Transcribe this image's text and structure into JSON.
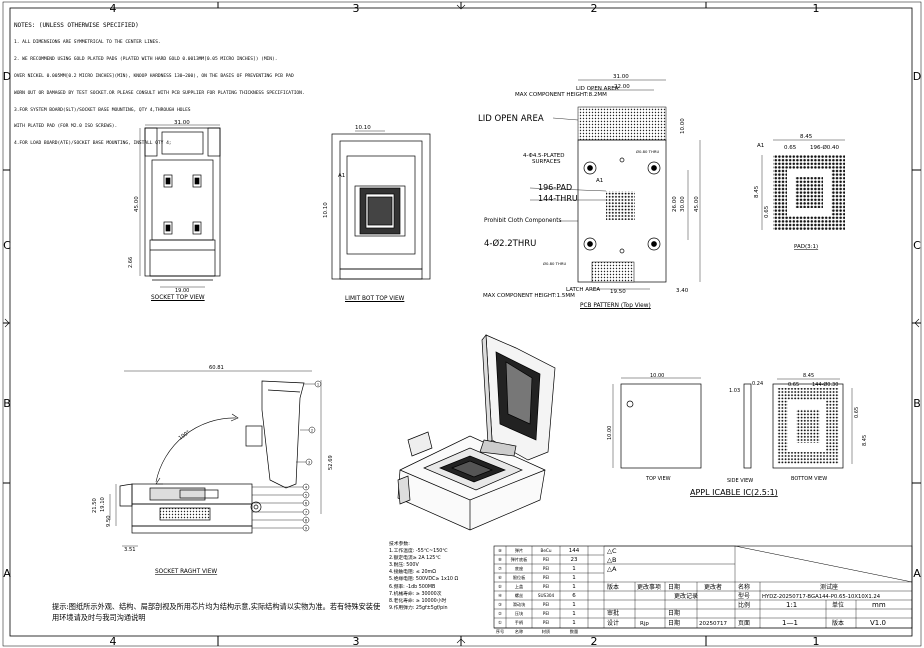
{
  "notes": {
    "title": "NOTES: (UNLESS OTHERWISE SPECIFIED)",
    "lines": [
      "1. ALL DIMENSIONS ARE SYMMETRICAL TO THE CENTER LINES.",
      "2. WE RECOMMEND USING GOLD PLATED PADS (PLATED WITH HARD GOLD 0.0013MM[0.05 MICRO INCHES]) (MIN).",
      "OVER NICKEL 0.005MM[0.2 MICRO INCHES](MIN), KNOOP HARDNESS 130~200), ON THE BASIS OF PREVENTING PCB PAD",
      "WORN OUT OR DAMAGED BY TEST SOCKET.OR PLEASE CONSULT WITH PCB SUPPLIER FOR PLATING THICKNESS SPECIFICATION.",
      "3.FOR SYSTEM BOARD(SLT)/SOCKET BASE MOUNTING, QTY 4,THROUGH HOLES",
      "WITH PLATED PAD (FOR M2.0 ISO SCREWS).",
      "4.FOR LOAD BOARD(ATE)/SOCKET BASE MOUNTING, INSTALL QTY 4;"
    ]
  },
  "grid": {
    "top": [
      "4",
      "3",
      "2",
      "1"
    ],
    "bottom": [
      "4",
      "3",
      "2",
      "1"
    ],
    "left": [
      "D",
      "C",
      "B",
      "A"
    ],
    "right": [
      "D",
      "C",
      "B",
      "A"
    ]
  },
  "views": {
    "socket_top": {
      "caption": "SOCKET TOP VIEW",
      "width": "31.00",
      "height": "45.00",
      "offset": "2.66",
      "bottom": "19.00"
    },
    "limit_bot": {
      "caption": "LIMIT BOT TOP VIEW",
      "width": "10.10",
      "height": "10.10",
      "a1": "A1"
    },
    "pcb": {
      "caption": "PCB PATTERN (Top View)",
      "lid_open": "LID OPEN AREA",
      "lid_max": "MAX COMPONENT HEIGHT:8.2MM",
      "lid_label": "LID OPEN AREA",
      "w1": "31.00",
      "w2": "22.00",
      "h_top": "10.00",
      "plated": "4-Φ4.5-PLATED",
      "surfaces": "SURFACES",
      "hole_small": "Ø0.80 THRU",
      "hole_small2": "Ø0.80 THRU",
      "pad196": "196-PAD",
      "thru144": "144-THRU",
      "prohibit": "Prohibit Cloth Components",
      "holes": "4-Ø2.2THRU",
      "a1": "A1",
      "d1": "26.00",
      "d2": "30.00",
      "d3": "45.00",
      "latch": "LATCH AREA",
      "latch_max": "MAX COMPONENT HEIGHT:1.5MM",
      "w3": "19.50",
      "w4": "3.40"
    },
    "pad": {
      "caption": "PAD(3:1)",
      "a1": "A1",
      "pitch": "0.65",
      "pads": "196-Ø0.40",
      "span": "8.45",
      "span_v": "8.45",
      "pitch_v": "0.65"
    },
    "right_side": {
      "caption": "SOCKET RAGHT VIEW",
      "width": "60.81",
      "height": "52.69",
      "angle": "100°",
      "dims": [
        "21.50",
        "19.10",
        "9.50",
        "3.51"
      ],
      "balloons": [
        "1",
        "2",
        "3",
        "4",
        "5",
        "6",
        "7",
        "8",
        "9"
      ]
    },
    "appl": {
      "caption": "APPL ICABLE IC(2.5:1)",
      "top": "TOP VIEW",
      "side": "SIDE VIEW",
      "bottom": "BOTTOM VIEW",
      "w": "10.00",
      "h": "10.00",
      "t1": "1.03",
      "t2": "0.24",
      "span": "8.45",
      "pitch": "0.65",
      "balls": "144-Ø0.30",
      "pv": "0.65",
      "span_v": "8.45"
    }
  },
  "specs": {
    "title": "技术参数:",
    "lines": [
      "1.工作温度: -55℃~150℃",
      "2.额定电流≥ 2A 125℃",
      "3.耐压: 500V",
      "4.接触电阻: ≤ 20mΩ",
      "5.绝缘电阻: 500VDC≥ 1x10 Ω",
      "6.频率: -1db 500MB",
      "7.机械寿命: ≥ 30000次",
      "8.老化寿命: ≥ 10000小时",
      "9.作用弹力: 25gf±5gf/pin"
    ]
  },
  "hint": "提示:图纸所示外观、结构、局部剖视及所用芯片均为结构示意,实际结构请以实物为准。若有特殊安装使用环境请及时与我司沟通说明",
  "parts": {
    "rows": [
      {
        "no": "⑨",
        "name": "弹片",
        "mat": "BeCu",
        "qty": "144"
      },
      {
        "no": "⑧",
        "name": "弹片底板",
        "mat": "PEI",
        "qty": "23"
      },
      {
        "no": "⑦",
        "name": "底座",
        "mat": "PEI",
        "qty": "1"
      },
      {
        "no": "⑥",
        "name": "限位板",
        "mat": "PEI",
        "qty": "1"
      },
      {
        "no": "⑤",
        "name": "上盖",
        "mat": "PEI",
        "qty": "1"
      },
      {
        "no": "④",
        "name": "螺丝",
        "mat": "SUS304",
        "qty": "6"
      },
      {
        "no": "③",
        "name": "滑动块",
        "mat": "PEI",
        "qty": "1"
      },
      {
        "no": "②",
        "name": "压块",
        "mat": "PEI",
        "qty": "1"
      },
      {
        "no": "①",
        "name": "手柄",
        "mat": "PEI",
        "qty": "1"
      }
    ],
    "header": {
      "no": "序号",
      "name": "名称",
      "mat": "材质",
      "qty": "数量"
    }
  },
  "revision": {
    "marks": [
      "△C",
      "△B",
      "△A"
    ],
    "version": "版本",
    "change": "更改事项",
    "date": "日期",
    "changer": "更改者",
    "record": "更改记录",
    "review": "审批",
    "design": "设计",
    "designer": "Rjp",
    "review_date": "日期",
    "design_date": "日期",
    "date_value": "20250717"
  },
  "title_block": {
    "name_label": "名称",
    "name_value": "测试座",
    "model_label": "型号",
    "model_value": "HYDZ-20250717-BGA144-P0.65-10X10X1.24",
    "scale_label": "比例",
    "scale_value": "1:1",
    "unit_label": "单位",
    "unit_value": "mm",
    "sheet_label": "页面",
    "sheet_value": "1—1",
    "rev_label": "版本",
    "rev_value": "V1.0"
  },
  "colors": {
    "line": "#000000",
    "hatch": "#333333",
    "paper": "#ffffff"
  }
}
